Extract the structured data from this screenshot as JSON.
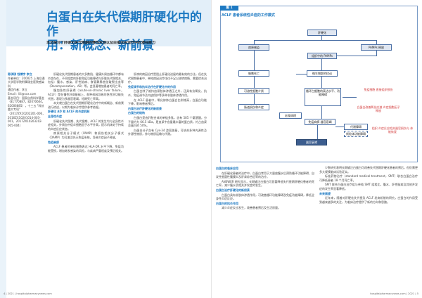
{
  "colors": {
    "accent": "#1d79c2",
    "band": "#e3eff9",
    "figure_node_dark": "#3c5d8e",
    "red_text": "#d23a3a"
  },
  "left_page": {
    "title": "白蛋白在失代偿期肝硬化中的作\n用：新概念、新前景",
    "subtitle": "本文探讨了肝硬化失代偿期的慢性炎症以及白蛋白在治疗中的潜在能力",
    "author": {
      "name": "陈琪琪 钱博宇 李立",
      "lines": [
        "作者单位：200025 上海交通大学医学院附属瑞金医院感染科",
        "通信作者：李立",
        "Email：lili@xxx.com",
        "基金项目：国家自然科学基金",
        "（81770887，82070604，62006885），十三五 \"科技重大专项\"",
        "（2017ZX10202201-006，2016ZX10201014-003-001，2017ZX10203202-005-004）"
      ]
    },
    "col1": [
      {
        "h": false,
        "t": "肝硬化失代偿期患者的大多数肌、健康外周血循环中都有炎症存在，不同程度的肝脏免疫功能障碍与肝脏失代偿相关，包括：腹水、感染、肝性脑病、食管静脉曲张破裂出血等（Decompensation，AD）等，会显著增加患者的死亡率。"
      },
      {
        "h": false,
        "t": "慢加急性肝衰竭（acute-on-chronic liver failure，ACLF）是在慢性肝病基础上，各种诱因导致的急性肝功能失代偿，表现为多器官衰竭，短期死亡率高。"
      },
      {
        "h": false,
        "t": "本文就白蛋白在失代偿期肝硬化治疗中的新概念、新前景进行综述，以期为临床诊疗提供参考依据。"
      },
      {
        "h": true,
        "t": "肝硬化 AD 和 ACLF 的炎症机制"
      },
      {
        "h": true,
        "t": "全身性炎症"
      },
      {
        "h": false,
        "t": "肝硬化失代偿期、失代偿期、ACLF 的发生均与全身性炎症相关，外周血中促炎细胞因子水平升高，提示机体处于持续的炎症反应状态。"
      },
      {
        "h": false,
        "t": "病原相关分子模式（PAMP）和损伤相关分子模式（DAMP）均可激活先天免疫系统，导致炎症因子释放。"
      },
      {
        "h": true,
        "t": "免疫麻痹"
      },
      {
        "h": false,
        "t": "ACLF 患者的单核细胞表达 HLA-DR 水平下降，免疫功能受损，增加继发感染的风险，与疾病严重程度及预后相关。"
      }
    ],
    "col2": [
      {
        "h": false,
        "t": "肝病的病因治疗是阻止肝硬化进展的最有效的方法，但在失代偿期患者中，单纯病因治疗往往不足以逆转病情，需要综合治疗。"
      },
      {
        "h": true,
        "t": "免疫调节和抗炎治疗在肝硬化中的作用"
      },
      {
        "h": false,
        "t": "白蛋白除了维持血浆胶体渗透压之外，还具有抗氧化、抗炎、免疫调节及内皮保护等多种非胶体渗透作用。"
      },
      {
        "h": false,
        "t": "在 ACLF 患者中，氧化修饰白蛋白比例增高，白蛋白功能下降，影响患者预后。"
      },
      {
        "h": true,
        "t": "白蛋白治疗肝硬化的新前景"
      },
      {
        "h": true,
        "t": "白蛋白的结构"
      },
      {
        "h": false,
        "t": "白蛋白是由肝脏合成的单链多肽，含有 585 个氨基酸，分子量约为 66.5 kDa，是血浆中含量最丰富的蛋白质，约占血浆总蛋白的 50%。"
      },
      {
        "h": false,
        "t": "白蛋白分子含有 Cys-34 游离巯基，可结合多种内源性及外源性物质，参与物质运输与代谢。"
      }
    ],
    "footer": "4 | 2021 | hospitalpharmacynews.com"
  },
  "right_page": {
    "figure": {
      "num": "图 1",
      "caption": "ACLF 患者系统性炎症的工作模式",
      "nodes": {
        "n1": "肝硬化",
        "n2": "病原感染",
        "n3": "PAMPs 释放",
        "n4": "组织中的 PAMPs",
        "n5": "细胞死亡",
        "n6": "微生物群的扰动",
        "n7": "肠道损伤和炎症",
        "n8": "宏观病理",
        "n9": "可溶性细胞介质",
        "n10": "循环白细胞的表达水平、功能障碍",
        "n11": "免疫麻痹 器官衰竭",
        "n12": "代谢障碍",
        "n13": "线粒体功能障碍",
        "n14": "器官衰竭"
      },
      "red_notes": [
        "免疫细胞 直接组织损伤",
        "白蛋白改善氧化应激 炎症细胞因子释放",
        "组织 炎症反应相关器官损伤与 体能恢复"
      ]
    },
    "col1": [
      {
        "h": true,
        "t": "白蛋白的临床应用"
      },
      {
        "h": false,
        "t": "在肝硬化患者的治疗中，白蛋白常用于大量放腹水后预防循环功能障碍、自发性细菌性腹膜炎及肝肾综合征等的治疗。"
      },
      {
        "h": false,
        "t": "ANSWER 研究显示，长期输注白蛋白可显著降低失代偿期肝硬化患者的死亡率，减少腹水及相关并发症的发生。"
      },
      {
        "h": true,
        "t": "白蛋白治疗肝硬化的新前景"
      },
      {
        "h": false,
        "t": "白蛋白具有非胶体渗透作用，可改善循环功能障碍及免疫功能障碍，降低全身性炎症反应。"
      },
      {
        "h": true,
        "t": "白蛋白的抗炎作用"
      },
      {
        "h": false,
        "t": "减少炎症反应发生，改善患者预后及生活质量。"
      }
    ],
    "col2": [
      {
        "h": false,
        "t": "少数研究表明长期输注白蛋白可改善失代偿期肝硬化患者的预后，但仍需更多大规模临床试验证实。"
      },
      {
        "h": false,
        "t": "标准药物治疗（standard medical treatment，SMT）联合白蛋白治疗可降低患者 18 个月死亡率。"
      },
      {
        "h": false,
        "t": "SMT 联合白蛋白治疗组与单纯 SMT 组相比，腹水、肝性脑病及其他并发症的发生率显著降低。"
      },
      {
        "h": true,
        "t": "未来展望"
      },
      {
        "h": false,
        "t": "近年来，随着对肝硬化失代偿及 ACLF 发病机制的研究，白蛋白的作用受到越来越多的关注，为临床治疗提供了新的方向和思路。"
      }
    ],
    "footer": "hospitalpharmacynews.com | 2021 | 5"
  }
}
